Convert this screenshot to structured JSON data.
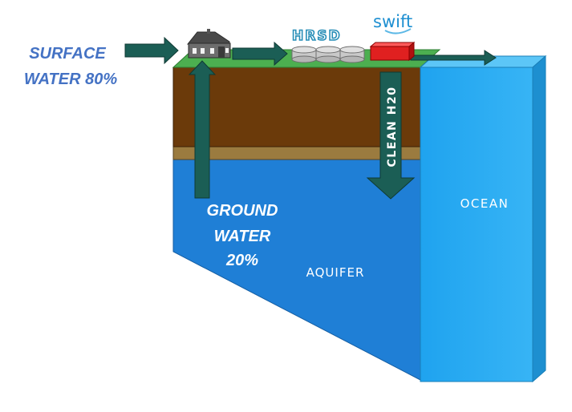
{
  "labels": {
    "surface_water": [
      "SURFACE",
      "WATER 80%"
    ],
    "ground_water": [
      "GROUND",
      "WATER",
      "20%"
    ],
    "aquifer": "AQUIFER",
    "ocean": "OCEAN",
    "clean_h2o": "CLEAN H20"
  },
  "logos": {
    "hrsd": "HRSD",
    "swift": "swift"
  },
  "colors": {
    "label_blue": "#4472c4",
    "arrow_teal": "#1b5e55",
    "grass": "#4caf50",
    "soil": "#6b3a0a",
    "sand": "#9b7b3f",
    "aquifer": "#1f7fd6",
    "ocean": "#2aa8f0",
    "treatment_box": "#e02020"
  },
  "icons": [
    "house-icon",
    "tank-icon",
    "swift-treatment-box"
  ]
}
